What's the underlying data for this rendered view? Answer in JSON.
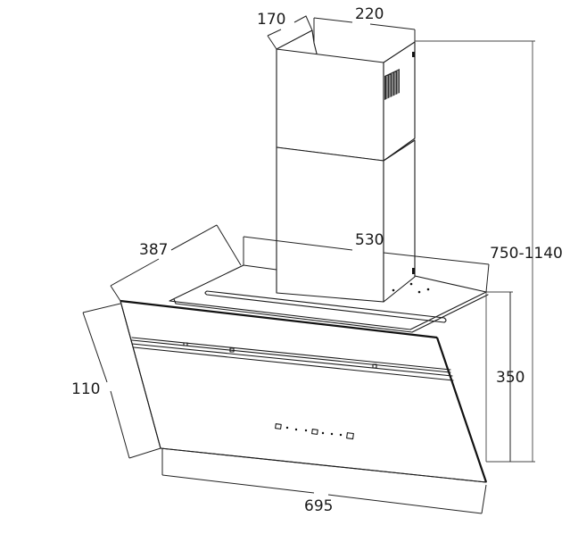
{
  "diagram": {
    "subject": "Angled glass chimney cooker hood with telescopic chimney",
    "stroke_color": "#1a1a1a",
    "background": "#ffffff",
    "units": "mm",
    "dimensions": {
      "chimney_depth": "170",
      "chimney_width": "220",
      "canopy_width": "530",
      "canopy_depth": "387",
      "chimney_height_range": "750-1140",
      "glass_front_height": "350",
      "glass_bottom_depth": "110",
      "glass_width": "695"
    },
    "features": {
      "vent_grille": "side-vent-icon",
      "control_panel": "touch-control-buttons"
    }
  }
}
